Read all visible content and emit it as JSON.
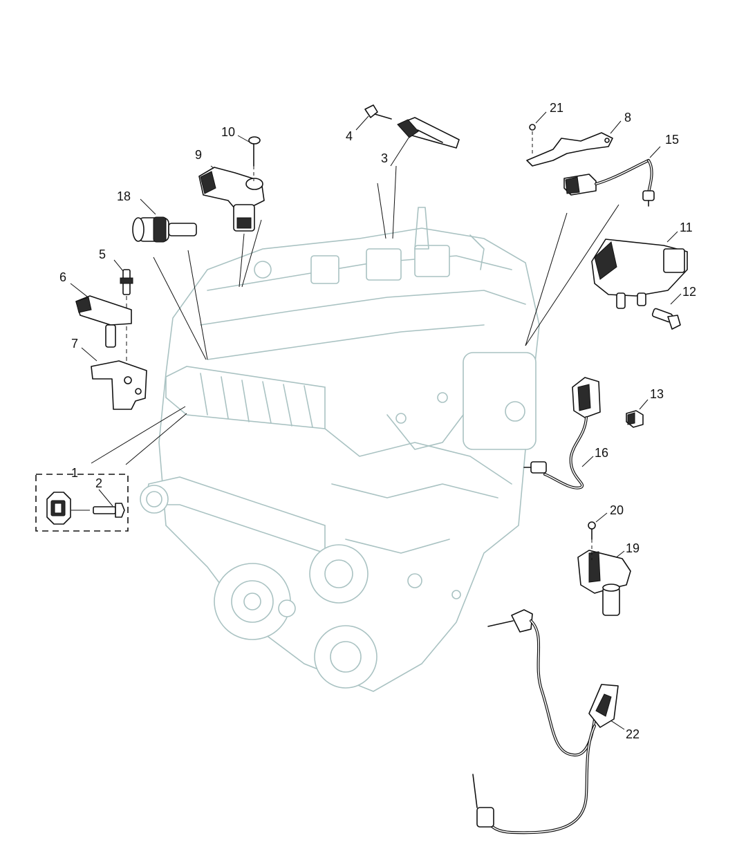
{
  "diagram": {
    "callouts": [
      {
        "id": "1",
        "label": "1"
      },
      {
        "id": "2",
        "label": "2"
      },
      {
        "id": "3",
        "label": "3"
      },
      {
        "id": "4",
        "label": "4"
      },
      {
        "id": "5",
        "label": "5"
      },
      {
        "id": "6",
        "label": "6"
      },
      {
        "id": "7",
        "label": "7"
      },
      {
        "id": "8",
        "label": "8"
      },
      {
        "id": "9",
        "label": "9"
      },
      {
        "id": "10",
        "label": "10"
      },
      {
        "id": "11",
        "label": "11"
      },
      {
        "id": "12",
        "label": "12"
      },
      {
        "id": "13",
        "label": "13"
      },
      {
        "id": "15",
        "label": "15"
      },
      {
        "id": "16",
        "label": "16"
      },
      {
        "id": "18",
        "label": "18"
      },
      {
        "id": "19",
        "label": "19"
      },
      {
        "id": "20",
        "label": "20"
      },
      {
        "id": "21",
        "label": "21"
      },
      {
        "id": "22",
        "label": "22"
      }
    ],
    "colors": {
      "engine_outline": "#a9c2c2",
      "part_outline": "#111111",
      "background": "#ffffff"
    }
  }
}
